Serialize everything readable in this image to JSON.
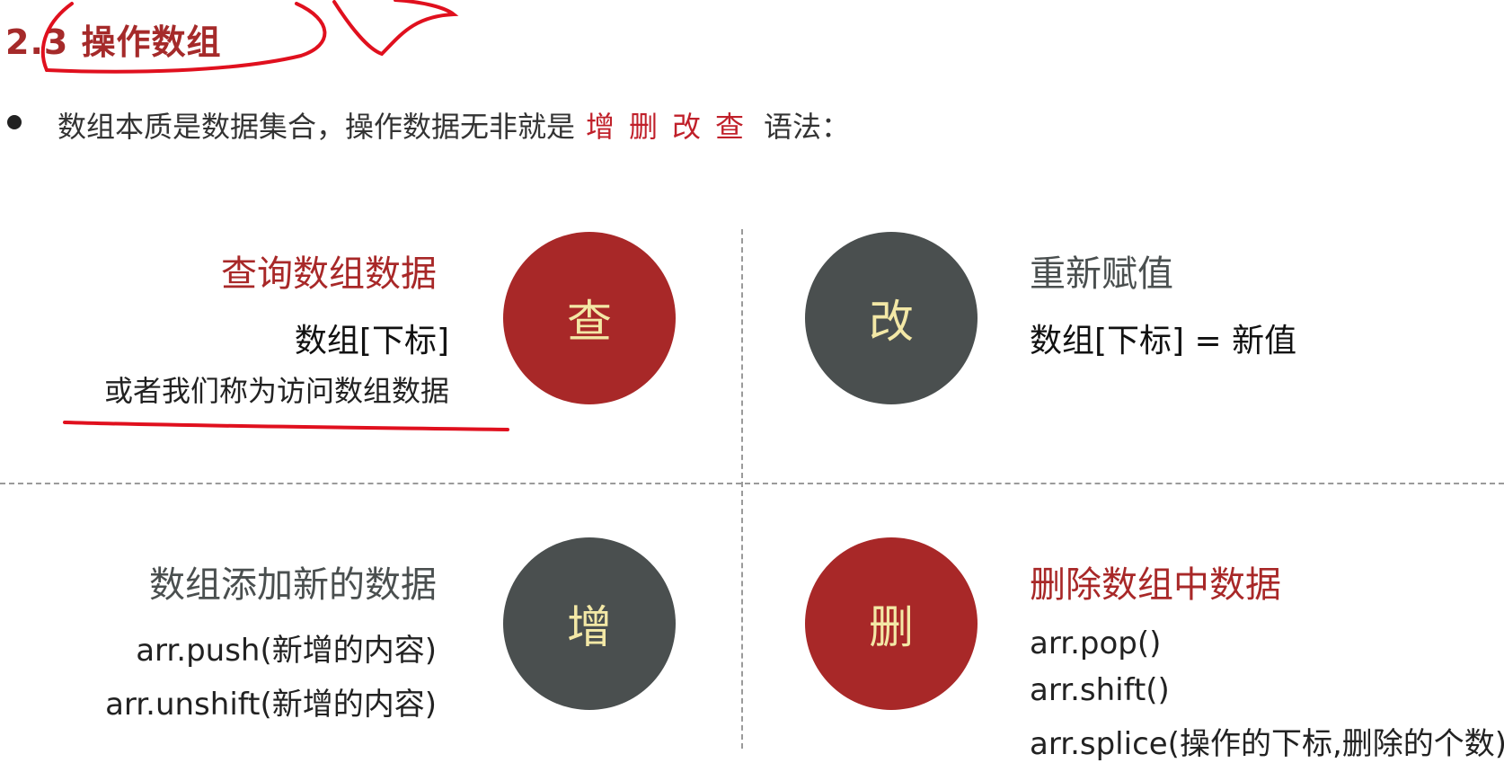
{
  "section_title": "2.3 操作数组",
  "bullet": {
    "before": "数组本质是数据集合，操作数据无非就是",
    "highlight": "增删改查",
    "after": "语法："
  },
  "quadrants": {
    "query": {
      "circle_char": "查",
      "heading": "查询数组数据",
      "syntax": "数组[下标]",
      "note": "或者我们称为访问数组数据"
    },
    "modify": {
      "circle_char": "改",
      "heading": "重新赋值",
      "syntax": "数组[下标] = 新值"
    },
    "add": {
      "circle_char": "增",
      "heading": "数组添加新的数据",
      "lines": [
        "arr.push(新增的内容)",
        "arr.unshift(新增的内容)"
      ]
    },
    "delete": {
      "circle_char": "删",
      "heading": "删除数组中数据",
      "lines": [
        "arr.pop()",
        "arr.shift()",
        "arr.splice(操作的下标,删除的个数)"
      ]
    }
  },
  "colors": {
    "accent_red": "#a82828",
    "dark_gray": "#4a4f4f",
    "circle_text": "#f3e8a6",
    "annotation_red": "#e0101e"
  }
}
